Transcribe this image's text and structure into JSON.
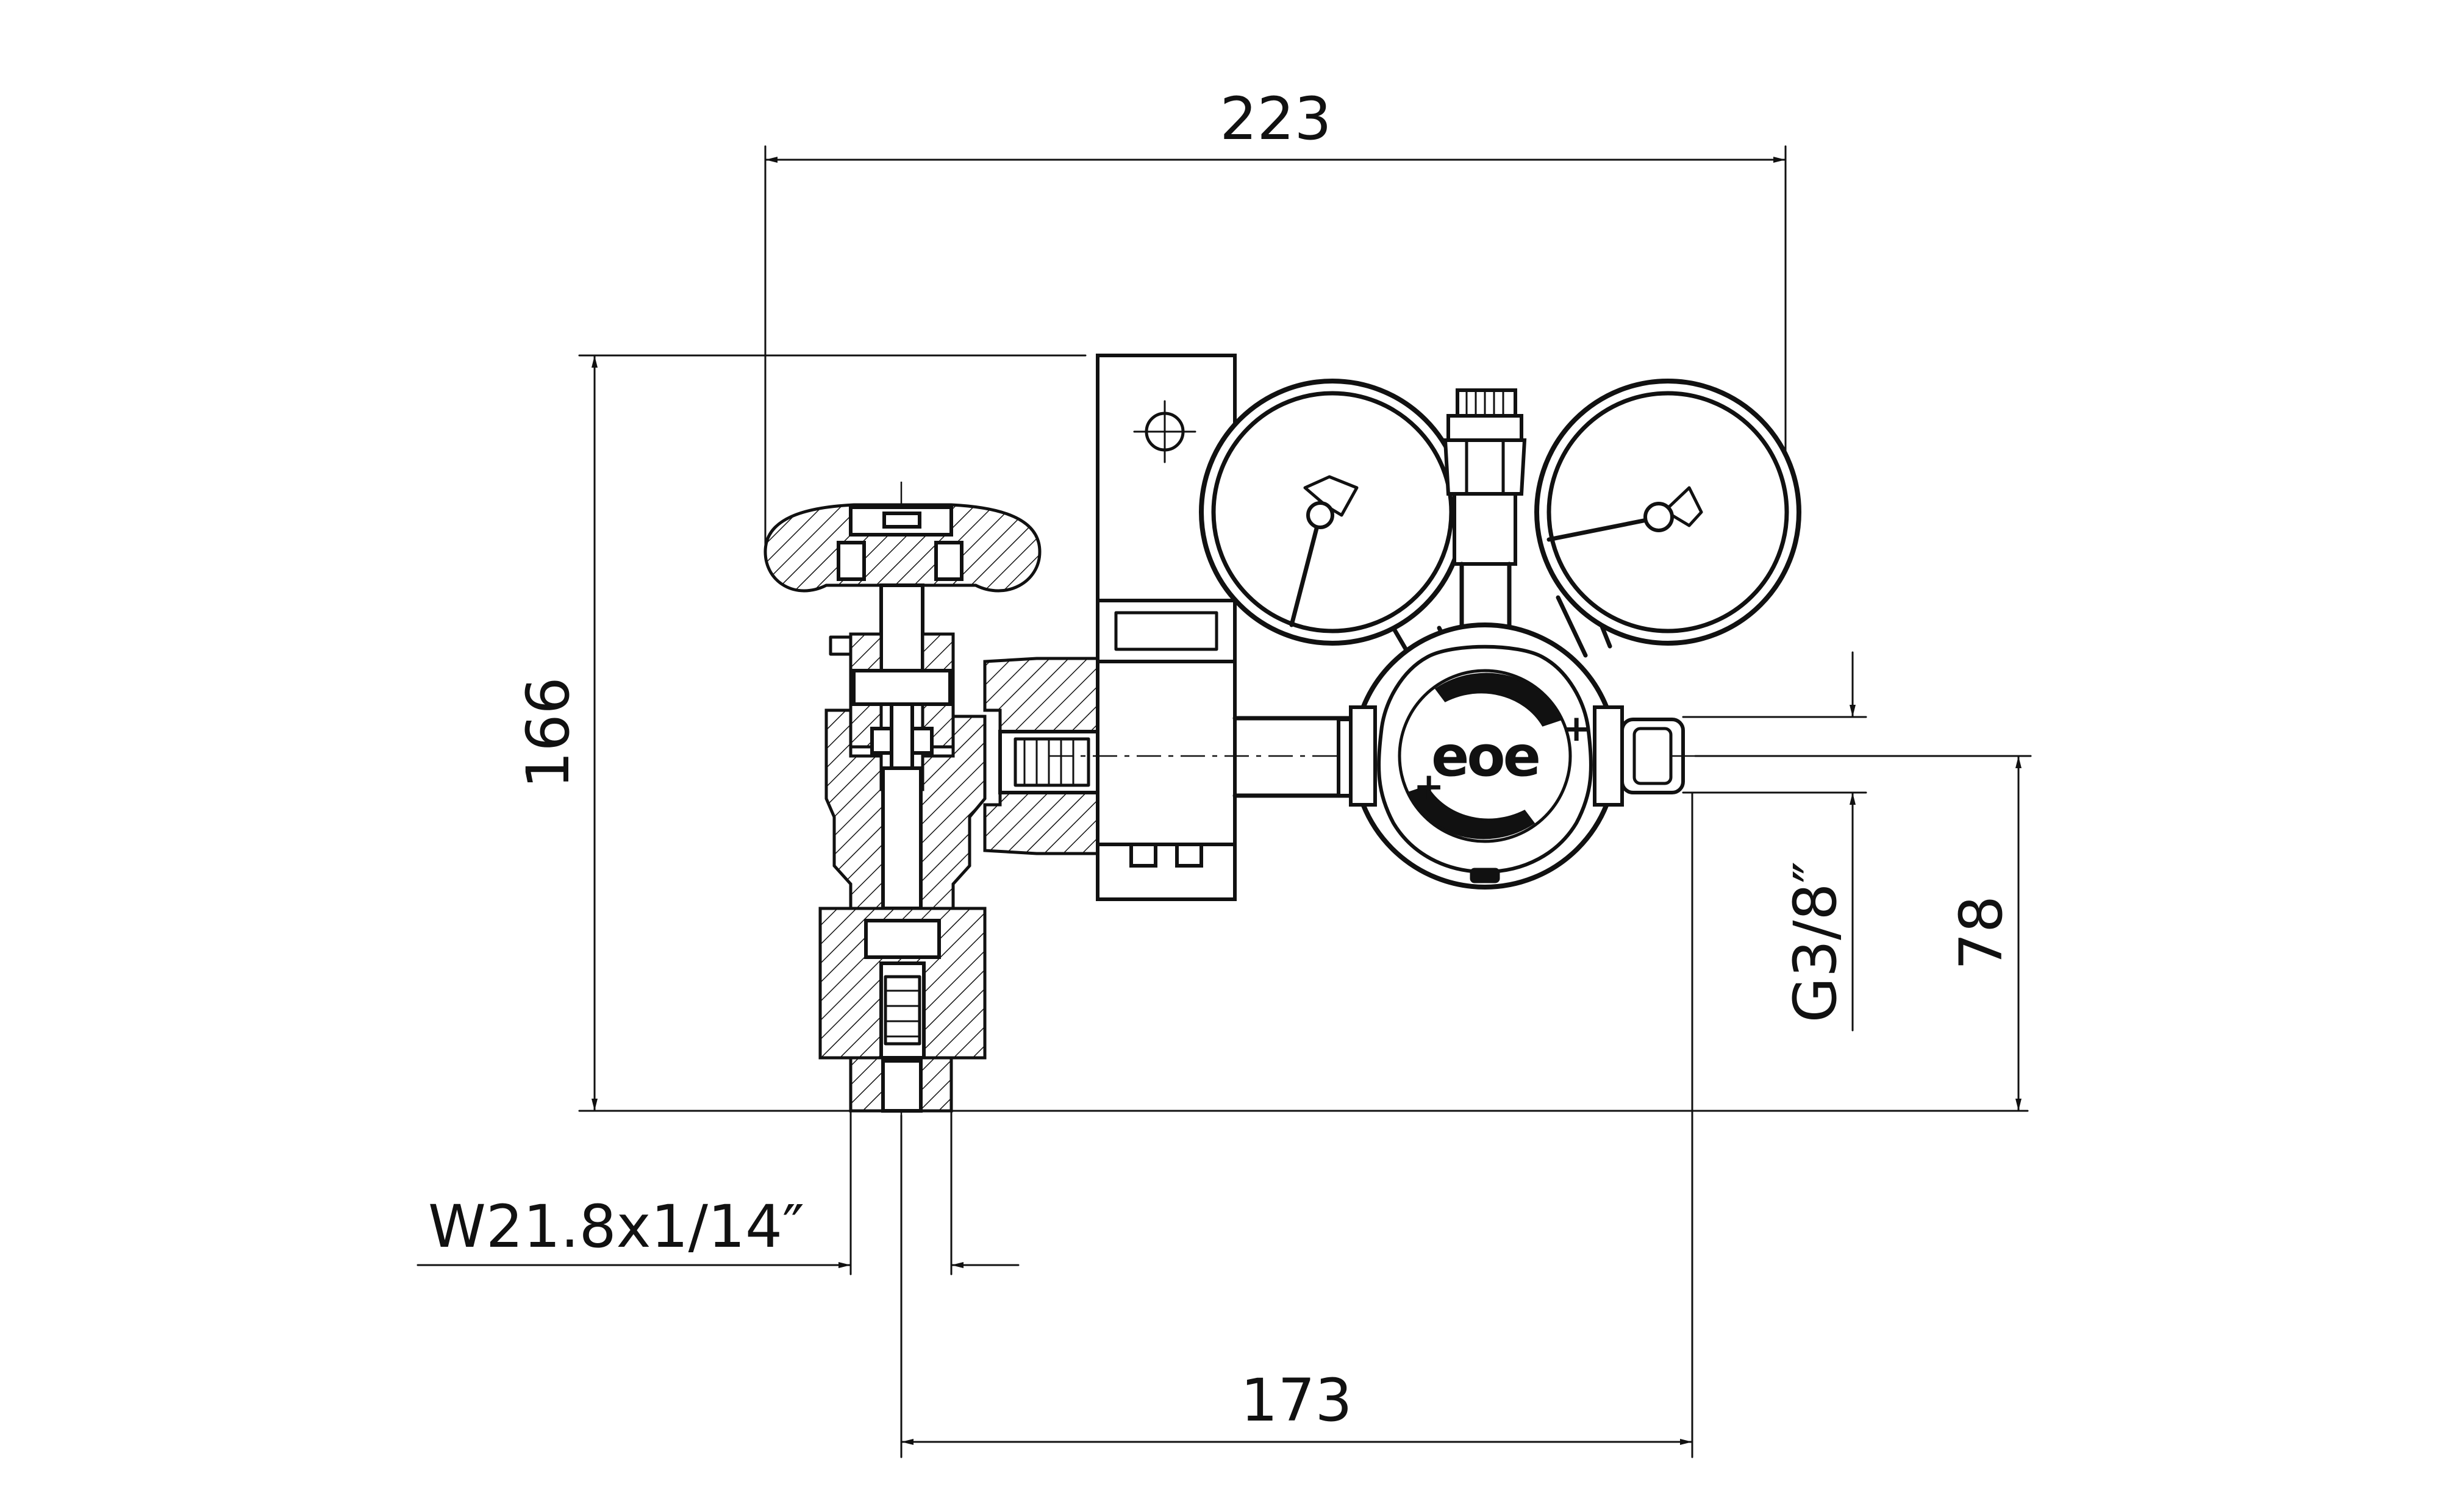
{
  "dimensions": {
    "overall_width": "223",
    "overall_height": "166",
    "outlet_height": "78",
    "inlet_to_outlet": "173",
    "outlet_thread": "G3/8″",
    "inlet_thread": "W21.8x1/14″"
  },
  "regulator_knob_logo": "eoe",
  "colors": {
    "line": "#111111",
    "background": "#ffffff"
  }
}
